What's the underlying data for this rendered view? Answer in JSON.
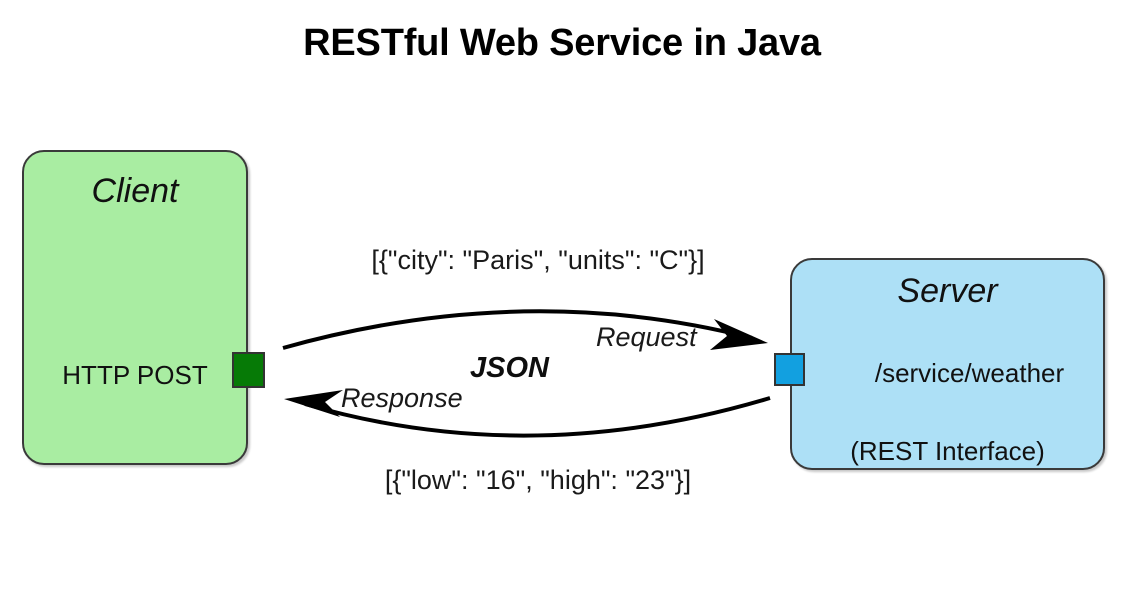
{
  "title": "RESTful Web Service in Java",
  "colors": {
    "client_fill": "#a9eda2",
    "server_fill": "#ade0f6",
    "client_port": "#067a06",
    "server_port": "#12a0e0",
    "stroke": "#3a3a3a",
    "background": "#ffffff"
  },
  "client": {
    "title": "Client",
    "method": "HTTP POST",
    "port_name": "client-endpoint-port"
  },
  "server": {
    "title": "Server",
    "path": "/service/weather",
    "note": "(REST Interface)",
    "port_name": "server-endpoint-port"
  },
  "edges": {
    "request": {
      "label": "Request",
      "payload": "[{\"city\": \"Paris\", \"units\": \"C\"}]",
      "direction": "client-to-server"
    },
    "response": {
      "label": "Response",
      "payload": "[{\"low\": \"16\", \"high\": \"23\"}]",
      "direction": "server-to-client"
    },
    "protocol": "JSON"
  }
}
